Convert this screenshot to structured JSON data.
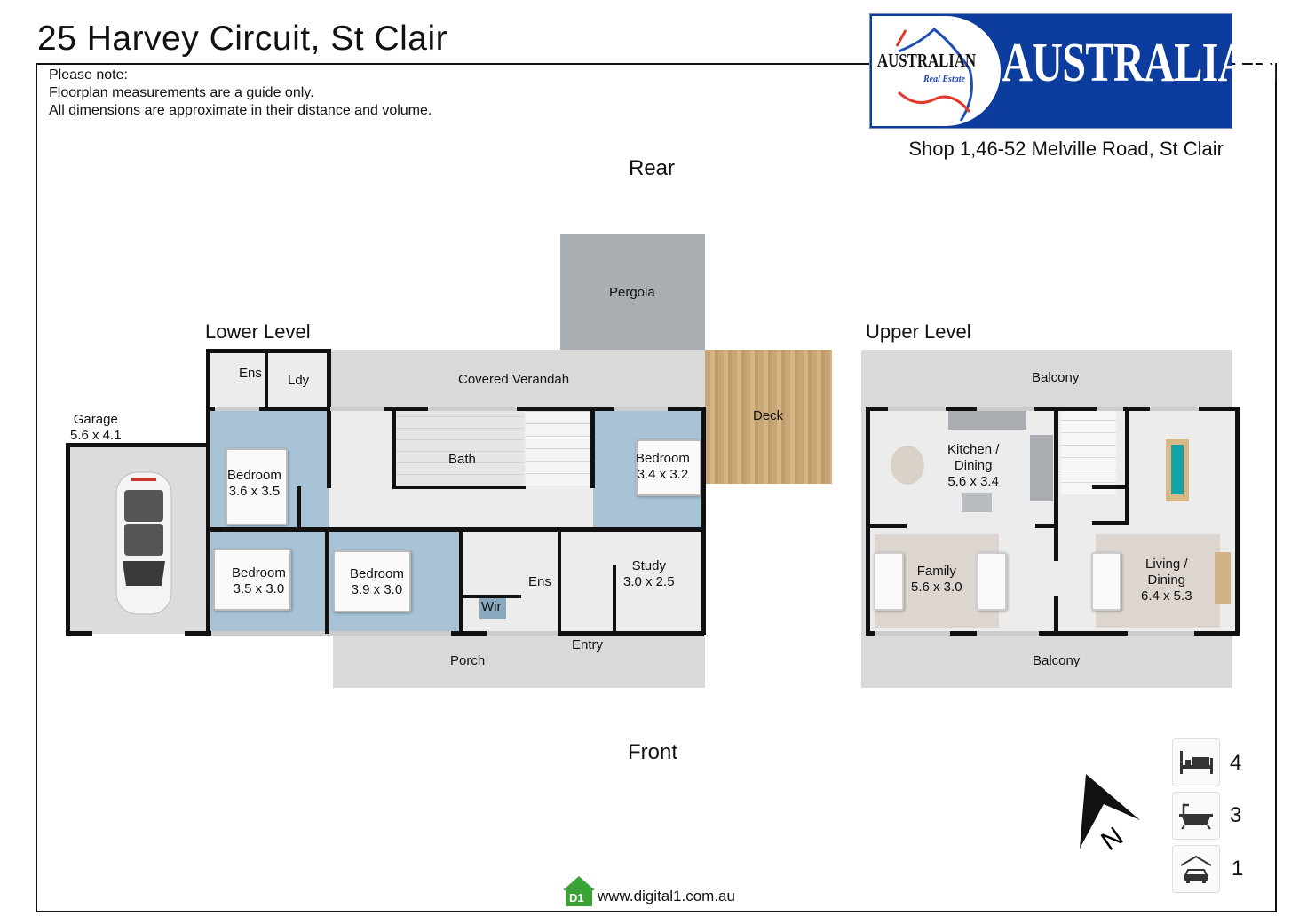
{
  "title": "25 Harvey Circuit, St Clair",
  "notes": [
    "Please note:",
    "Floorplan measurements are a guide only.",
    "All dimensions are approximate in their distance and volume."
  ],
  "logo": {
    "main": "AUSTRALIAN",
    "badge": "AUSTRALIAN",
    "badge_sub": "Real Estate",
    "color": "#0b3c9e"
  },
  "address": "Shop 1,46-52 Melville Road, St Clair",
  "orientation": {
    "rear": "Rear",
    "front": "Front"
  },
  "levels": {
    "lower": "Lower Level",
    "upper": "Upper Level"
  },
  "lower": {
    "pergola": "Pergola",
    "verandah": "Covered Verandah",
    "deck": "Deck",
    "garage": {
      "name": "Garage",
      "size": "5.6 x 4.1"
    },
    "ens1": "Ens",
    "ldy": "Ldy",
    "bath": "Bath",
    "bed1": {
      "name": "Bedroom",
      "size": "3.6 x 3.5"
    },
    "bed2": {
      "name": "Bedroom",
      "size": "3.5 x 3.0"
    },
    "bed3": {
      "name": "Bedroom",
      "size": "3.9 x 3.0"
    },
    "bed4": {
      "name": "Bedroom",
      "size": "3.4 x 3.2"
    },
    "ens2": "Ens",
    "wir": "Wir",
    "study": {
      "name": "Study",
      "size": "3.0 x 2.5"
    },
    "entry": "Entry",
    "porch": "Porch"
  },
  "upper": {
    "balcony_rear": "Balcony",
    "balcony_front": "Balcony",
    "kitchen": {
      "name": "Kitchen /",
      "name2": "Dining",
      "size": "5.6 x 3.4"
    },
    "family": {
      "name": "Family",
      "size": "5.6 x 3.0"
    },
    "living": {
      "name": "Living /",
      "name2": "Dining",
      "size": "6.4 x 5.3"
    }
  },
  "features": {
    "bedrooms": "4",
    "bathrooms": "3",
    "garage": "1"
  },
  "compass": "N",
  "footer": {
    "badge": "D1",
    "url": "www.digital1.com.au"
  }
}
